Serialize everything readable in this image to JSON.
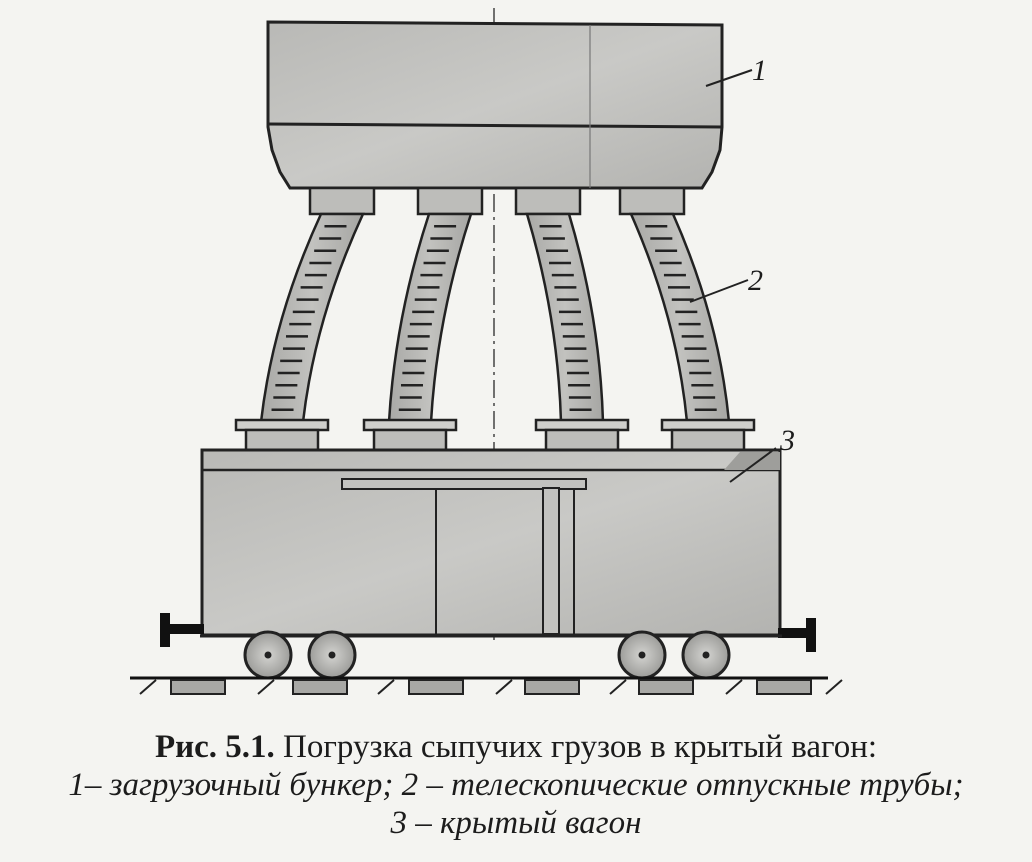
{
  "figure": {
    "labels": [
      "1",
      "2",
      "3"
    ]
  },
  "caption": {
    "head": "Рис. 5.1.",
    "title": "Погрузка сыпучих грузов в крытый вагон:",
    "legend_line1": "1– загрузочный бункер; 2 – телескопические отпускные трубы;",
    "legend_line2": "3 – крытый вагон"
  }
}
